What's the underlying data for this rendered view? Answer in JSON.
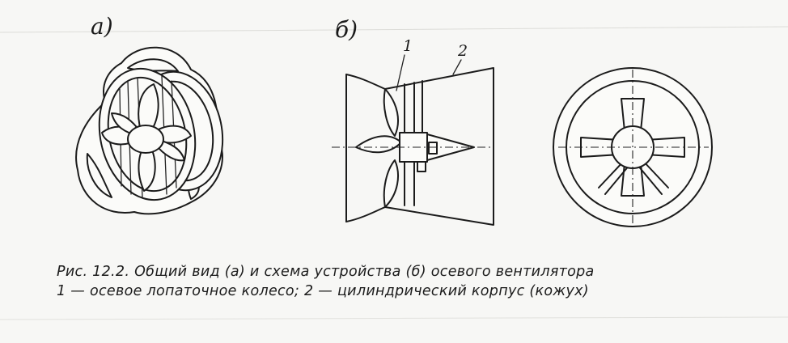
{
  "labels": {
    "panel_a": "а)",
    "panel_b": "б)",
    "part_1": "1",
    "part_2": "2"
  },
  "caption": {
    "line1": "Рис.  12.2.  Общий вид (а) и схема устройства (б) осевого вентилятора",
    "line2": "1  — осевое лопаточное колесо; 2  — цилиндрический корпус (кожух)"
  },
  "colors": {
    "ink": "#1b1b1b",
    "paper": "#f7f7f5"
  }
}
